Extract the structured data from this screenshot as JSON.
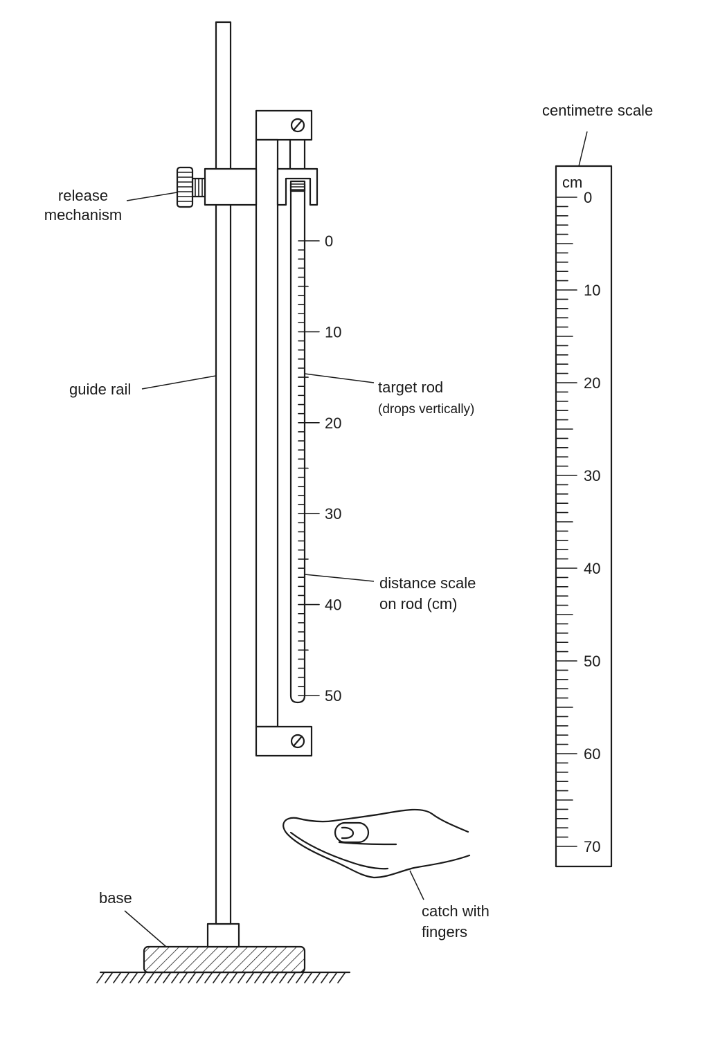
{
  "labels": {
    "release_mechanism": [
      "release",
      "mechanism"
    ],
    "guide_rail": "guide rail",
    "target_rod": "target rod",
    "target_rod_note": "(drops vertically)",
    "distance_scale": [
      "distance scale",
      "on rod (cm)"
    ],
    "centimetre_scale": "centimetre scale",
    "base": "base",
    "catch": [
      "catch with",
      "fingers"
    ]
  },
  "rod_scale": {
    "labels": [
      "0",
      "10",
      "20",
      "30",
      "40",
      "50"
    ],
    "min": 0,
    "max": 50,
    "major_step": 10,
    "minor_step": 1
  },
  "cm_scale": {
    "unit": "cm",
    "labels": [
      "0",
      "10",
      "20",
      "30",
      "40",
      "50",
      "60",
      "70"
    ],
    "min": 0,
    "max": 70,
    "major_step": 10,
    "mid_step": 5,
    "minor_step": 1
  },
  "colors": {
    "ink": "#1a1a1a",
    "background": "#ffffff"
  }
}
